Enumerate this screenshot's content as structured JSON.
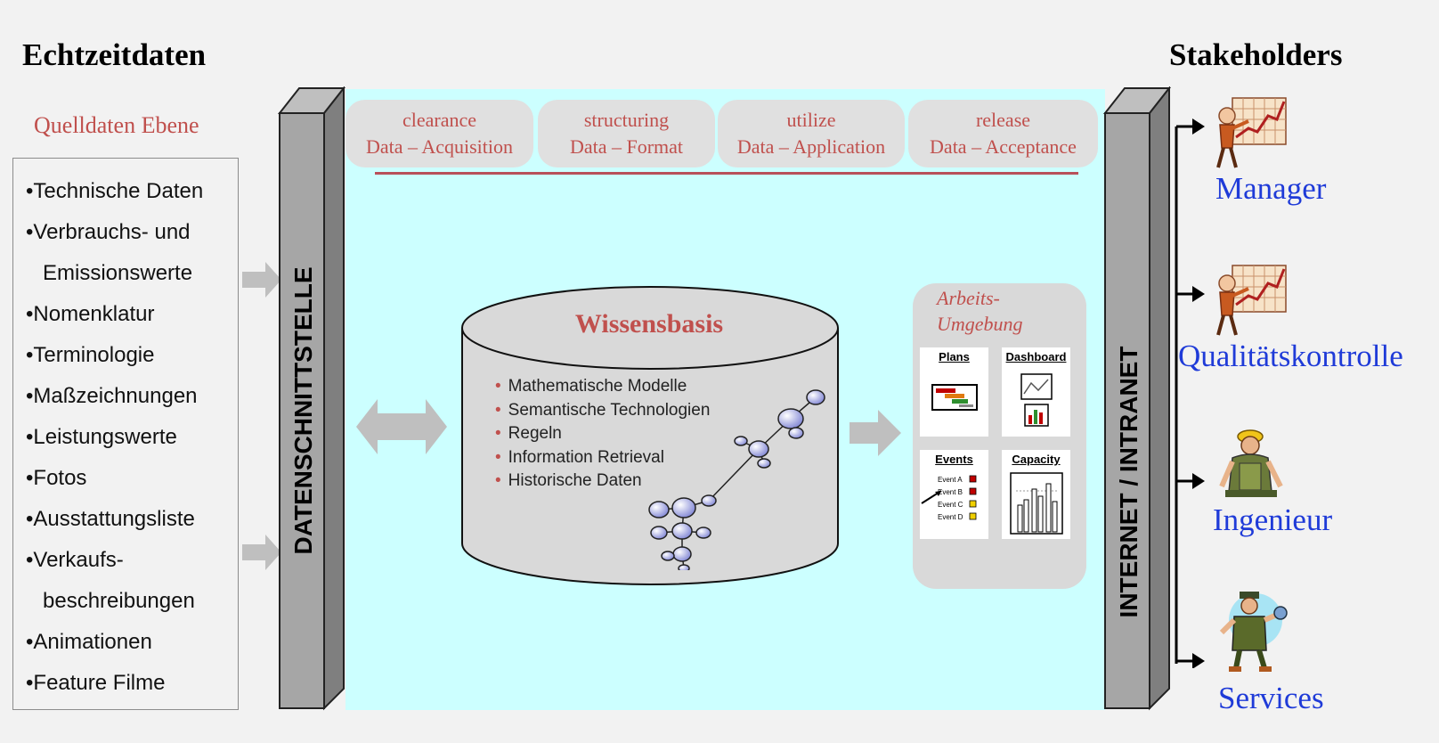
{
  "left_title": "Echtzeitdaten",
  "right_title": "Stakeholders",
  "source_level": "Quelldaten Ebene",
  "source_items": [
    {
      "text": "•Technische Daten",
      "cont": false
    },
    {
      "text": "•Verbrauchs- und",
      "cont": false
    },
    {
      "text": "Emissionswerte",
      "cont": true
    },
    {
      "text": "•Nomenklatur",
      "cont": false
    },
    {
      "text": "•Terminologie",
      "cont": false
    },
    {
      "text": "•Maßzeichnungen",
      "cont": false
    },
    {
      "text": "•Leistungswerte",
      "cont": false
    },
    {
      "text": "•Fotos",
      "cont": false
    },
    {
      "text": "•Ausstattungsliste",
      "cont": false
    },
    {
      "text": "•Verkaufs-",
      "cont": false
    },
    {
      "text": "beschreibungen",
      "cont": true
    },
    {
      "text": "•Animationen",
      "cont": false
    },
    {
      "text": "•Feature Filme",
      "cont": false
    }
  ],
  "interface_label": "DATENSCHNITTSTELLE",
  "network_label": "INTERNET / INTRANET",
  "phases": [
    {
      "top": "clearance",
      "bottom": "Data – Acquisition"
    },
    {
      "top": "structuring",
      "bottom": "Data – Format"
    },
    {
      "top": "utilize",
      "bottom": "Data – Application"
    },
    {
      "top": "release",
      "bottom": "Data – Acceptance"
    }
  ],
  "knowledge_base": {
    "title": "Wissensbasis",
    "items": [
      "Mathematische Modelle",
      "Semantische Technologien",
      "Regeln",
      "Information Retrieval",
      "Historische Daten"
    ]
  },
  "workspace": {
    "title_line1": "Arbeits-",
    "title_line2": "Umgebung",
    "cards": [
      "Plans",
      "Dashboard",
      "Events",
      "Capacity"
    ],
    "events": [
      "Event A",
      "Event B",
      "Event C",
      "Event D"
    ]
  },
  "stakeholders": [
    "Manager",
    "Qualitätskontrolle",
    "Ingenieur",
    "Services"
  ],
  "colors": {
    "accent_red": "#c0504d",
    "stakeholder_blue": "#1f3bd8",
    "center_bg": "#ccffff",
    "pillar_gray": "#a6a6a6"
  }
}
